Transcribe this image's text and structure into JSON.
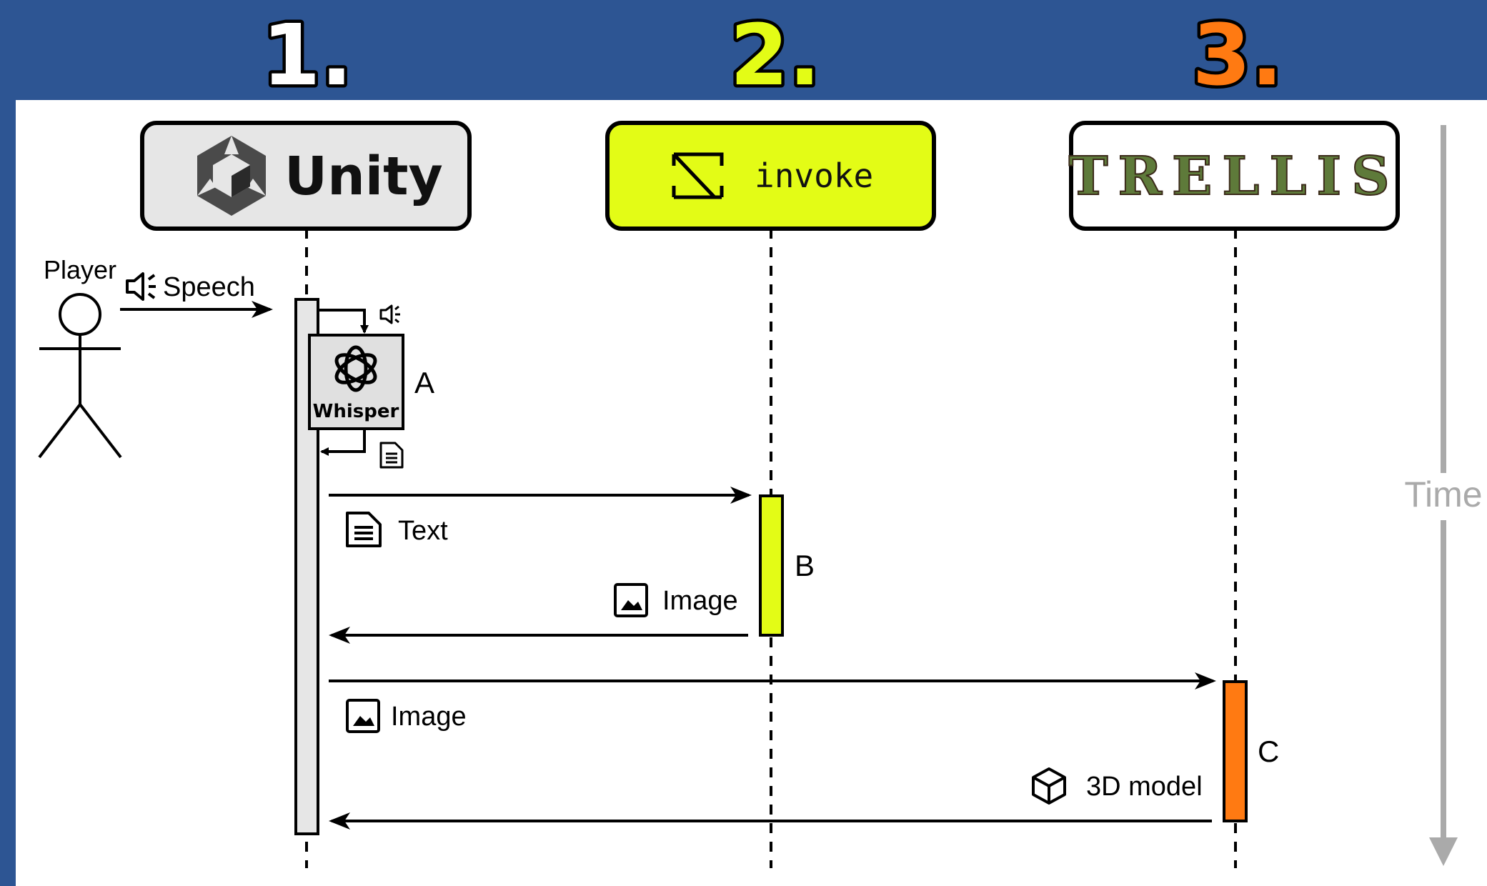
{
  "steps": [
    {
      "number": "1.",
      "color": "#ffffff"
    },
    {
      "number": "2.",
      "color": "#e3fc16"
    },
    {
      "number": "3.",
      "color": "#ff7a12"
    }
  ],
  "participants": [
    {
      "name": "Unity",
      "color": "#e6e6e6",
      "icon": "unity-logo-icon"
    },
    {
      "name": "invoke",
      "color": "#e3fc16",
      "icon": "invoke-logo-icon"
    },
    {
      "name": "TRELLIS",
      "color": "#ffffff",
      "icon": "trellis-logo"
    }
  ],
  "actor": {
    "label": "Player"
  },
  "messages": {
    "speech": "Speech",
    "whisper": "Whisper",
    "text": "Text",
    "image_return": "Image",
    "image_send": "Image",
    "model_return": "3D model"
  },
  "activation_labels": [
    "A",
    "B",
    "C"
  ],
  "time_label": "Time",
  "colors": {
    "frame": "#2d5593",
    "unity_activation": "#e6e6e6",
    "invoke_activation": "#e3fc16",
    "trellis_activation": "#ff7a12",
    "time_axis": "#aaaaaa"
  }
}
